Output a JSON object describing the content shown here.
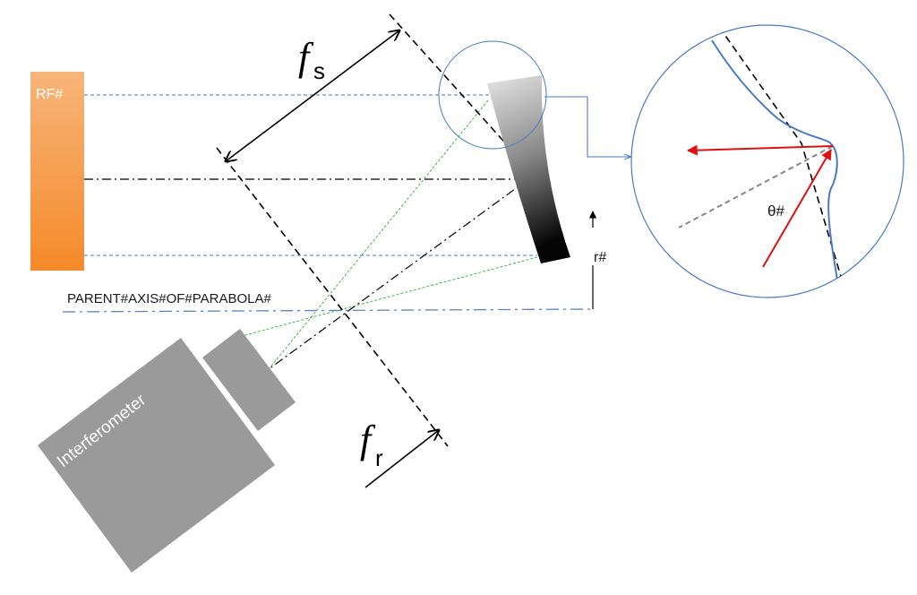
{
  "labels": {
    "rf": "RF#",
    "interferometer": "Interferometer",
    "fs_symbol": "f",
    "fs_subscript": "s",
    "fr_symbol": "f",
    "fr_subscript": "r",
    "r": "r#",
    "theta": "θ#",
    "parent_axis": "PARENT#AXIS#OF#PARABOLA#"
  },
  "colors": {
    "rf_gradient_top": "#f7b57a",
    "rf_gradient_bottom": "#f58a2a",
    "instrument_gray": "#9a9a9a",
    "beam_blue": "#4a7ac8",
    "beam_green": "#3aaa3a",
    "red_arrow": "#e01010",
    "axis_blue": "#5a85c0"
  },
  "icons": {
    "mirror": "parabolic-mirror-icon",
    "interferometer": "interferometer-box-icon",
    "magnifier": "zoom-circle-icon"
  }
}
